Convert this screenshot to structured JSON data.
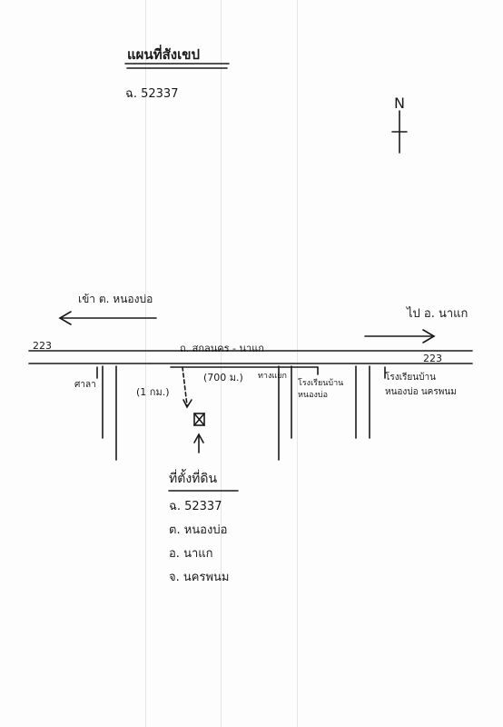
{
  "title": "แผนที่สังเขป",
  "header_parcel": "ฉ. 52337",
  "north_mark": "N",
  "left_direction": "เข้า ต. หนองบ่อ",
  "right_direction": "ไป อ. นาแก",
  "road_number_left": "223",
  "road_number_right": "223",
  "road_name": "ถ. สกลนคร - นาแก",
  "distance": "(700 ม.)",
  "distance_tag": "ทางแยก",
  "side_distance": "(1 กม.)",
  "left_landmark": "ศาลา",
  "middle_landmark": "โรงเรียนบ้านหนองบ่อ",
  "right_landmark": "โรงเรียนบ้านหนองบ่อ นครพนม",
  "site_label": "ที่ตั้งที่ดิน",
  "address_lines": [
    "ฉ. 52337",
    "ต. หนองบ่อ",
    "อ. นาแก",
    "จ. นครพนม"
  ],
  "colors": {
    "ink": "#1a1a1a",
    "paper": "#fdfdfd"
  }
}
